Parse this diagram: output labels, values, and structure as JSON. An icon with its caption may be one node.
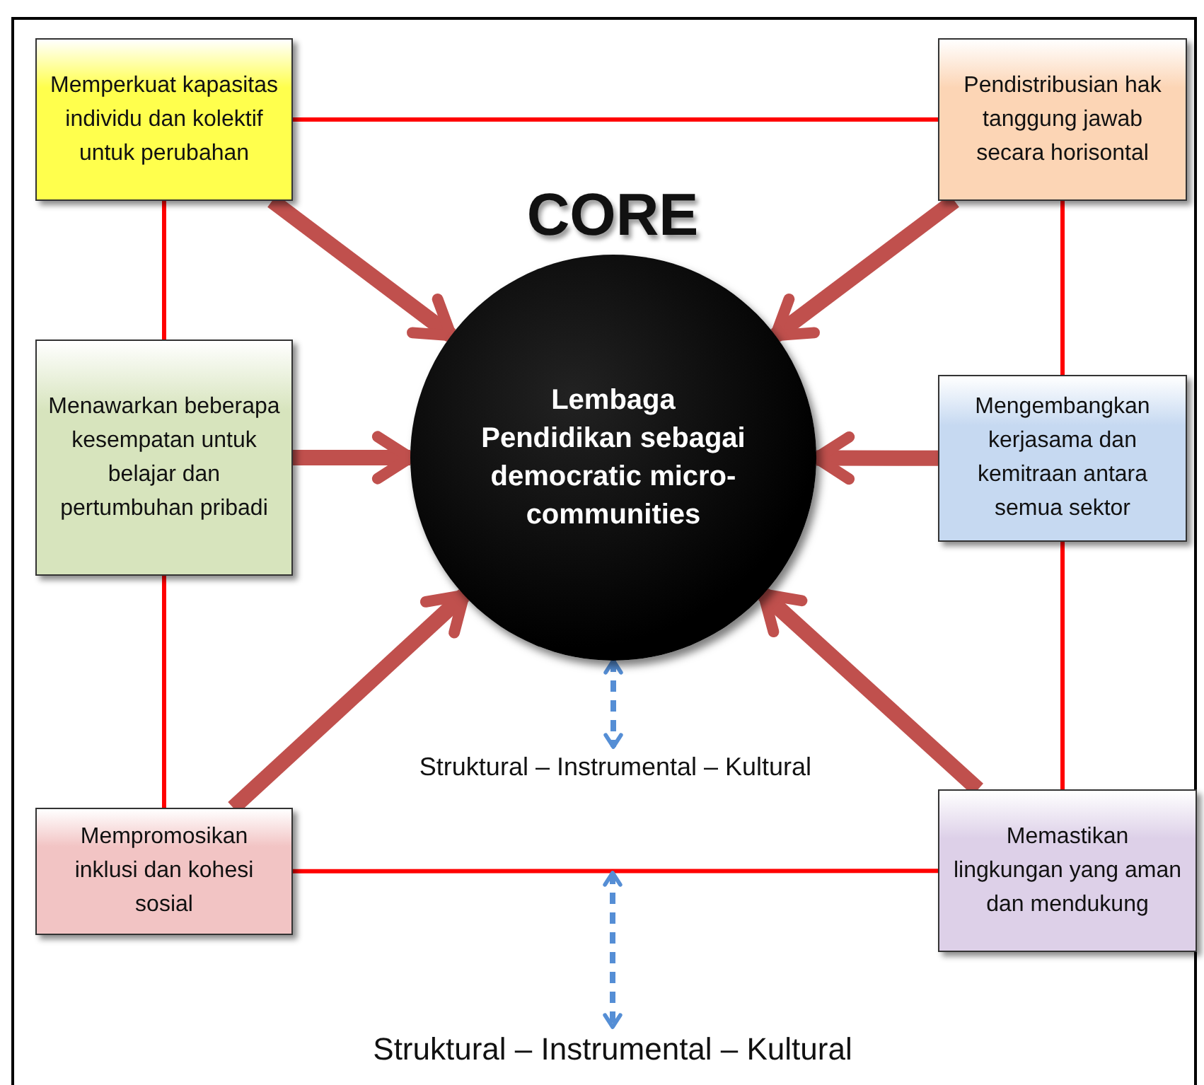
{
  "diagram": {
    "title": "CORE",
    "nodes": [
      {
        "text": [
          "Memperkuat kapasitas individu dan kolektif untuk perubahan"
        ]
      },
      {
        "text": [
          "Pendistribusian hak tanggung jawab secara horisontal"
        ]
      },
      {
        "text": [
          "Lembaga Pendidikan sebagai democratic micro-communities"
        ]
      },
      {
        "text": [
          "Menawarkan beberapa kesempatan untuk belajar dan pertumbuhan pribadi"
        ]
      },
      {
        "text": [
          "Mengembangkan kerjasama dan kemitraan antara semua sektor"
        ]
      },
      {
        "text": [
          "Mempromosikan inklusi dan kohesi sosial"
        ]
      },
      {
        "text": [
          "Memastikan lingkungan yang aman dan mendukung"
        ]
      },
      {
        "text": [
          "Struktural – Instrumental – Kultural"
        ]
      },
      {
        "text": [
          "Struktural – Instrumental – Kultural"
        ]
      }
    ],
    "edges": [
      {
        "from": 0,
        "to": 1,
        "arrow": "none",
        "color": "#ff0000"
      },
      {
        "from": 0,
        "to": 3,
        "arrow": "none",
        "color": "#ff0000"
      },
      {
        "from": 3,
        "to": 5,
        "arrow": "none",
        "color": "#ff0000"
      },
      {
        "from": 5,
        "to": 6,
        "arrow": "none",
        "color": "#ff0000"
      },
      {
        "from": 1,
        "to": 4,
        "arrow": "none",
        "color": "#ff0000"
      },
      {
        "from": 4,
        "to": 6,
        "arrow": "none",
        "color": "#ff0000"
      },
      {
        "from": 0,
        "to": 2,
        "arrow": "to",
        "style": "thick",
        "color": "#c0504d"
      },
      {
        "from": 1,
        "to": 2,
        "arrow": "to",
        "style": "thick",
        "color": "#c0504d"
      },
      {
        "from": 3,
        "to": 2,
        "arrow": "to",
        "style": "thick",
        "color": "#c0504d"
      },
      {
        "from": 4,
        "to": 2,
        "arrow": "to",
        "style": "thick",
        "color": "#c0504d"
      },
      {
        "from": 5,
        "to": 2,
        "arrow": "to",
        "style": "thick",
        "color": "#c0504d"
      },
      {
        "from": 6,
        "to": 2,
        "arrow": "to",
        "style": "thick",
        "color": "#c0504d"
      },
      {
        "from": 2,
        "to": 7,
        "arrow": "both",
        "style": "dashed",
        "color": "#558ed5"
      },
      {
        "from": null,
        "to": 8,
        "arrow": "both",
        "style": "dashed",
        "color": "#558ed5"
      }
    ]
  }
}
